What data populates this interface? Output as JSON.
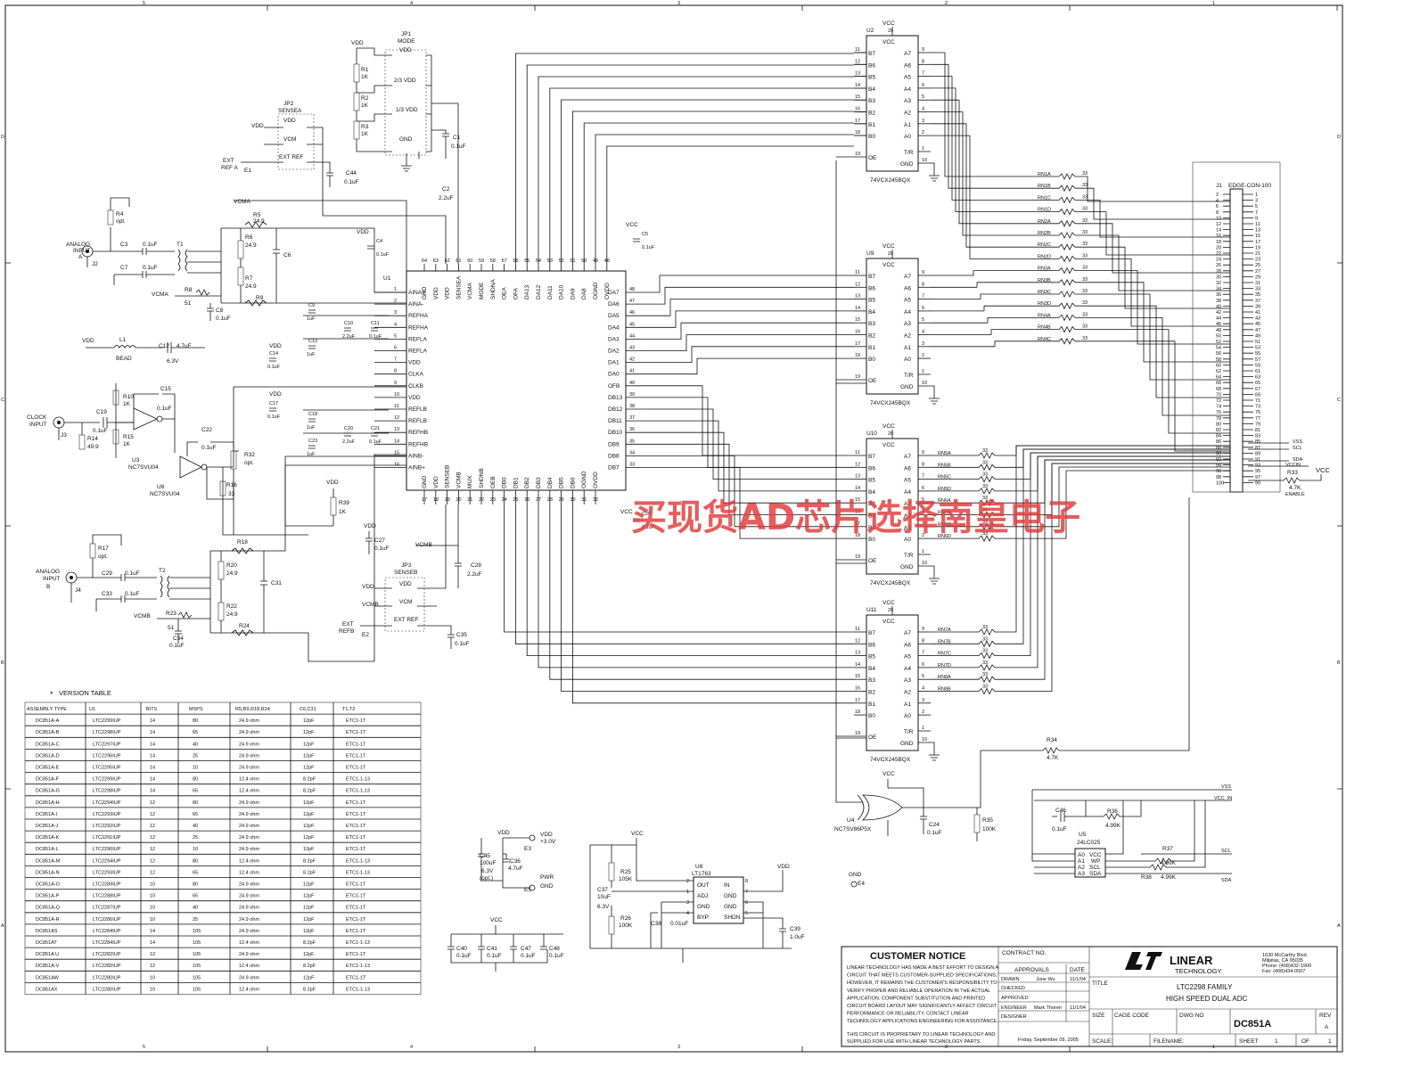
{
  "schematic": {
    "input_a": {
      "label": [
        "ANALOG",
        "INPUT",
        "A"
      ],
      "jack": "J2",
      "r4": [
        "R4",
        "opt."
      ],
      "c3": [
        "C3",
        "0.1uF"
      ],
      "c7": [
        "C7",
        "0.1uF"
      ],
      "t1": "T1",
      "r5": [
        "R5",
        "24.9"
      ],
      "r6": [
        "R6",
        "24.9"
      ],
      "r7": [
        "R7",
        "24.9"
      ],
      "r8": [
        "R8",
        "51"
      ],
      "r9": "R9",
      "c6": "C6",
      "c8": [
        "C8",
        "0.1uF"
      ],
      "vcma": "VCMA"
    },
    "input_b": {
      "label": [
        "ANALOG",
        "INPUT",
        "B"
      ],
      "jack": "J4",
      "r17": [
        "R17",
        "opt."
      ],
      "c29": [
        "C29",
        "0.1uF"
      ],
      "c33": [
        "C33",
        "0.1uF"
      ],
      "t2": "T2",
      "r18": "R18",
      "r20": [
        "R20",
        "24.9"
      ],
      "r22": [
        "R22",
        "24.9"
      ],
      "r23": [
        "R23",
        "51"
      ],
      "r24": "R24",
      "c31": "C31",
      "c34": [
        "C34",
        "0.1uF"
      ],
      "vcmb": "VCMB"
    },
    "clock": {
      "label": [
        "CLOCK",
        "INPUT"
      ],
      "jack": "J3",
      "l1": [
        "L1",
        "BEAD"
      ],
      "c12": [
        "C12",
        "4.7uF",
        "6.3V"
      ],
      "r10": [
        "R10",
        "1K"
      ],
      "r15": [
        "R15",
        "1K"
      ],
      "r14": [
        "R14",
        "49.9"
      ],
      "c19": [
        "C19",
        "0.1uF"
      ],
      "c15": [
        "C15",
        "0.1uF"
      ],
      "c22": [
        "C22",
        "0.1uF"
      ],
      "u3": [
        "U3",
        "NC7SVU04"
      ],
      "u6": [
        "U6",
        "NC7SVU04"
      ],
      "r32": [
        "R32",
        "opt."
      ],
      "r16": [
        "R16",
        "33"
      ],
      "r39": [
        "R39",
        "1K"
      ]
    },
    "jp1": {
      "name": [
        "JP1",
        "MODE"
      ],
      "rows": [
        "VDD",
        "2/3 VDD",
        "1/3 VDD",
        "GND"
      ],
      "r1": [
        "R1",
        "1K"
      ],
      "r2": [
        "R2",
        "1K"
      ],
      "r3": [
        "R3",
        "1K"
      ],
      "c1": [
        "C1",
        "0.1uF"
      ],
      "c2": [
        "C2",
        "2.2uF"
      ]
    },
    "jp2": {
      "name": [
        "JP2",
        "SENSEA"
      ],
      "rows": [
        "VDD",
        "VCM",
        "EXT REF"
      ],
      "ext": [
        "EXT",
        "REF A"
      ],
      "e1": "E1",
      "c44": [
        "C44",
        "0.1uF"
      ]
    },
    "jp3": {
      "name": [
        "JP3",
        "SENSEB"
      ],
      "rows": [
        "VDD",
        "VCM",
        "EXT REF"
      ],
      "ext": [
        "EXT",
        "REFB"
      ],
      "e2": "E2",
      "c35": [
        "C35",
        "0.1uF"
      ],
      "c27": [
        "C27",
        "0.1uF"
      ],
      "c28": [
        "C28",
        "2.2uF"
      ]
    },
    "u1": {
      "ref": "U1",
      "left_pins": [
        [
          "1",
          "AINA+"
        ],
        [
          "2",
          "AINA-"
        ],
        [
          "3",
          "REFHA"
        ],
        [
          "4",
          "REFHA"
        ],
        [
          "5",
          "REFLA"
        ],
        [
          "6",
          "REFLA"
        ],
        [
          "7",
          "VDD"
        ],
        [
          "8",
          "CLKA"
        ],
        [
          "9",
          "CLKB"
        ],
        [
          "10",
          "VDD"
        ],
        [
          "11",
          "REFLB"
        ],
        [
          "12",
          "REFLB"
        ],
        [
          "13",
          "REFHB"
        ],
        [
          "14",
          "REFHB"
        ],
        [
          "15",
          "AINB-"
        ],
        [
          "16",
          "AINB+"
        ]
      ],
      "top_pins": [
        [
          "64",
          "GND"
        ],
        [
          "63",
          "VDD"
        ],
        [
          "62",
          "VDD"
        ],
        [
          "61",
          "SENSEA"
        ],
        [
          "60",
          "VCMA"
        ],
        [
          "59",
          "MODE"
        ],
        [
          "58",
          "SHDNA"
        ],
        [
          "57",
          "OEA"
        ],
        [
          "56",
          "OFA"
        ],
        [
          "55",
          "DA13"
        ],
        [
          "54",
          "DA12"
        ],
        [
          "53",
          "DA11"
        ],
        [
          "52",
          "DA10"
        ],
        [
          "51",
          "DA9"
        ],
        [
          "50",
          "DA8"
        ],
        [
          "49",
          "OGND"
        ],
        [
          "48",
          "OVDD"
        ]
      ],
      "right_pins": [
        [
          "48",
          "DA7"
        ],
        [
          "47",
          "DA6"
        ],
        [
          "46",
          "DA5"
        ],
        [
          "45",
          "DA4"
        ],
        [
          "44",
          "DA3"
        ],
        [
          "43",
          "DA2"
        ],
        [
          "42",
          "DA1"
        ],
        [
          "41",
          "DA0"
        ],
        [
          "40",
          "OFB"
        ],
        [
          "39",
          "DB13"
        ],
        [
          "38",
          "DB12"
        ],
        [
          "37",
          "DB11"
        ],
        [
          "36",
          "DB10"
        ],
        [
          "35",
          "DB9"
        ],
        [
          "34",
          "DB8"
        ],
        [
          "33",
          "DB7"
        ]
      ],
      "bottom_pins": [
        [
          "17",
          "GND"
        ],
        [
          "18",
          "VDD"
        ],
        [
          "19",
          "SENSEB"
        ],
        [
          "20",
          "VCMB"
        ],
        [
          "21",
          "MUX"
        ],
        [
          "22",
          "SHDNB"
        ],
        [
          "23",
          "OEB"
        ],
        [
          "24",
          "DB0"
        ],
        [
          "25",
          "DB1"
        ],
        [
          "26",
          "DB2"
        ],
        [
          "27",
          "DB3"
        ],
        [
          "28",
          "DB4"
        ],
        [
          "29",
          "DB5"
        ],
        [
          "30",
          "DB6"
        ],
        [
          "31",
          "OGND"
        ],
        [
          "32",
          "OVDD"
        ]
      ],
      "caps": [
        [
          "C9",
          "1uF"
        ],
        [
          "C10",
          "2.2uF"
        ],
        [
          "C11",
          "0.1uF"
        ],
        [
          "C13",
          "1uF"
        ],
        [
          "C14",
          "0.1uF"
        ],
        [
          "C17",
          "0.1uF"
        ],
        [
          "C18",
          "1uF"
        ],
        [
          "C20",
          "2.2uF"
        ],
        [
          "C21",
          "0.1uF"
        ],
        [
          "C23",
          "1uF"
        ],
        [
          "C4",
          "0.1uF"
        ],
        [
          "C5",
          "0.1uF"
        ],
        [
          "C25",
          "0.1uF"
        ]
      ]
    },
    "buffers": [
      {
        "ref": "U2",
        "part": "74VCX245BQX",
        "resnets": []
      },
      {
        "ref": "U9",
        "part": "74VCX245BQX",
        "resnets": []
      },
      {
        "ref": "U10",
        "part": "74VCX245BQX",
        "resnets": [
          "RN5A",
          "RN5B",
          "RN5C",
          "RN5D",
          "RN6A",
          "RN6B",
          "RN6C",
          "RN6D"
        ]
      },
      {
        "ref": "U11",
        "part": "74VCX245BQX",
        "resnets": [
          "RN7A",
          "RN7B",
          "RN7C",
          "RN7D",
          "RN8A",
          "RN8B"
        ]
      }
    ],
    "buffer_pins": {
      "vcc": "VCC",
      "b_left": [
        [
          "11",
          "B7"
        ],
        [
          "12",
          "B6"
        ],
        [
          "13",
          "B5"
        ],
        [
          "14",
          "B4"
        ],
        [
          "15",
          "B3"
        ],
        [
          "16",
          "B2"
        ],
        [
          "17",
          "B1"
        ],
        [
          "18",
          "B0"
        ]
      ],
      "oe": [
        "19",
        "OE"
      ],
      "a_right": [
        [
          "9",
          "A7"
        ],
        [
          "8",
          "A6"
        ],
        [
          "7",
          "A5"
        ],
        [
          "6",
          "A4"
        ],
        [
          "5",
          "A3"
        ],
        [
          "4",
          "A2"
        ],
        [
          "3",
          "A1"
        ],
        [
          "2",
          "A0"
        ]
      ],
      "tr": [
        "1",
        "T/R"
      ],
      "gnd": [
        "10",
        "GND"
      ],
      "vcc_pin": "20"
    },
    "resnets_top": [
      "RN1A",
      "RN1B",
      "RN1C",
      "RN1D",
      "RN2A",
      "RN2B",
      "RN2C",
      "RN2D",
      "RN3A",
      "RN3B",
      "RN3C",
      "RN3D",
      "RN4A",
      "RN4B",
      "RN4C"
    ],
    "resnet_value": "33",
    "connector": {
      "ref": "J1",
      "part": "EDGE-CON-100",
      "right_labels": [
        "VSS",
        "SCL",
        "SDA",
        "VCCIN",
        "ENABLE"
      ],
      "r33": [
        "R33",
        "4.7K"
      ],
      "vcc": "VCC"
    },
    "u4": {
      "ref": [
        "U4",
        "NC7SV86P5X"
      ],
      "r34": [
        "R34",
        "4.7K"
      ],
      "r35": [
        "R35",
        "100K"
      ],
      "c24": [
        "C24",
        "0.1uF"
      ]
    },
    "u5": {
      "ref": [
        "U5",
        "24LC025"
      ],
      "pins": [
        "A0",
        "A1",
        "A2",
        "A3",
        "VCC",
        "WP",
        "SCL",
        "SDA"
      ],
      "r36": [
        "R36",
        "4.99K"
      ],
      "r37": [
        "R37",
        "4.99K"
      ],
      "r38": [
        "R38",
        "4.99K"
      ],
      "c46": [
        "C46",
        "0.1uF"
      ],
      "nets": [
        "VSS",
        "VCC_IN",
        "SCL",
        "SDA"
      ]
    },
    "power": {
      "vdd_label": "VDD",
      "v30": "+3.0V",
      "e3": "E3",
      "pwr": [
        "PWR",
        "GND"
      ],
      "e5": "E5",
      "c45": [
        "C45",
        "100uF",
        "6.3V",
        "(opt.)"
      ],
      "c36": [
        "C36",
        "4.7uF"
      ],
      "gnd_e4": [
        "GND",
        "E4"
      ],
      "vcc": "VCC",
      "caps": [
        [
          "C40",
          "0.1uF"
        ],
        [
          "C41",
          "0.1uF"
        ],
        [
          "C47",
          "0.1uF"
        ],
        [
          "C48",
          "0.1uF"
        ]
      ]
    },
    "regulator": {
      "ref": [
        "U8",
        "LT1763"
      ],
      "pins_l": [
        [
          "2",
          "OUT"
        ],
        [
          "1",
          "ADJ"
        ],
        [
          "3",
          "GND"
        ],
        [
          "4",
          "BYP"
        ]
      ],
      "pins_r": [
        [
          "8",
          "IN"
        ],
        [
          "7",
          "GND"
        ],
        [
          "6",
          "GND"
        ],
        [
          "5",
          "SHDN"
        ]
      ],
      "r25": [
        "R25",
        "105K"
      ],
      "r26": [
        "R26",
        "100K"
      ],
      "c37": [
        "C37",
        "10uF",
        "6.3V"
      ],
      "c38": [
        "C38",
        "0.01uF"
      ],
      "c39": [
        "C39",
        "1.0uF"
      ]
    }
  },
  "version_table": {
    "title": "VERSION TABLE",
    "headers": [
      "ASSEMBLY TYPE",
      "U1",
      "BITS",
      "MSPS",
      "R5,R9,R18,R24",
      "C6,C31",
      "T1,T2"
    ],
    "rows": [
      [
        "DC851A-A",
        "LTC2299IUP",
        "14",
        "80",
        "24.9 ohm",
        "12pF",
        "ETC1-1T"
      ],
      [
        "DC851A-B",
        "LTC2298IUP",
        "14",
        "65",
        "24.9 ohm",
        "12pF",
        "ETC1-1T"
      ],
      [
        "DC851A-C",
        "LTC2297IUP",
        "14",
        "40",
        "24.9 ohm",
        "12pF",
        "ETC1-1T"
      ],
      [
        "DC851A-D",
        "LTC2296IUP",
        "14",
        "25",
        "24.9 ohm",
        "12pF",
        "ETC1-1T"
      ],
      [
        "DC851A-E",
        "LTC2295IUP",
        "14",
        "10",
        "24.9 ohm",
        "12pF",
        "ETC1-1T"
      ],
      [
        "DC851A-F",
        "LTC2299IUP",
        "14",
        "80",
        "12.4 ohm",
        "8.2pF",
        "ETC1-1-13"
      ],
      [
        "DC851A-G",
        "LTC2298IUP",
        "14",
        "65",
        "12.4 ohm",
        "8.2pF",
        "ETC1-1-13"
      ],
      [
        "DC851A-H",
        "LTC2294IUP",
        "12",
        "80",
        "24.9 ohm",
        "12pF",
        "ETC1-1T"
      ],
      [
        "DC851A-I",
        "LTC2293IUP",
        "12",
        "65",
        "24.9 ohm",
        "12pF",
        "ETC1-1T"
      ],
      [
        "DC851A-J",
        "LTC2292IUP",
        "12",
        "40",
        "24.9 ohm",
        "12pF",
        "ETC1-1T"
      ],
      [
        "DC851A-K",
        "LTC2291IUP",
        "12",
        "25",
        "24.9 ohm",
        "12pF",
        "ETC1-1T"
      ],
      [
        "DC851A-L",
        "LTC2290IUP",
        "12",
        "10",
        "24.9 ohm",
        "12pF",
        "ETC1-1T"
      ],
      [
        "DC851A-M",
        "LTC2294IUP",
        "12",
        "80",
        "12.4 ohm",
        "8.2pF",
        "ETC1-1-13"
      ],
      [
        "DC851A-N",
        "LTC2293IUP",
        "12",
        "65",
        "12.4 ohm",
        "8.2pF",
        "ETC1-1-13"
      ],
      [
        "DC851A-O",
        "LTC2289IUP",
        "10",
        "80",
        "24.9 ohm",
        "12pF",
        "ETC1-1T"
      ],
      [
        "DC851A-P",
        "LTC2288IUP",
        "10",
        "65",
        "24.9 ohm",
        "12pF",
        "ETC1-1T"
      ],
      [
        "DC851A-Q",
        "LTC2287IUP",
        "10",
        "40",
        "24.9 ohm",
        "12pF",
        "ETC1-1T"
      ],
      [
        "DC851A-R",
        "LTC2286IUP",
        "10",
        "25",
        "24.9 ohm",
        "12pF",
        "ETC1-1T"
      ],
      [
        "DC851AS",
        "LTC2284IUP",
        "14",
        "105",
        "24.9 ohm",
        "12pF",
        "ETC1-1T"
      ],
      [
        "DC851AT",
        "LTC2284IUP",
        "14",
        "105",
        "12.4 ohm",
        "8.2pF",
        "ETC1-1-13"
      ],
      [
        "DC851A U",
        "LTC2282IUP",
        "12",
        "105",
        "24.9 ohm",
        "12pF",
        "ETC1-1T"
      ],
      [
        "DC851A-V",
        "LTC2282IUP",
        "12",
        "105",
        "12.4 ohm",
        "8.2pF",
        "ETC1-1-13"
      ],
      [
        "DC851AW",
        "LTC2280IUP",
        "10",
        "105",
        "24.9 ohm",
        "12pF",
        "ETC1-1T"
      ],
      [
        "DC851AX",
        "LTC2280IUP",
        "10",
        "105",
        "12.4 ohm",
        "8.2pF",
        "ETC1-1-13"
      ]
    ]
  },
  "title_block": {
    "notice_title": "CUSTOMER NOTICE",
    "notice_lines": [
      "LINEAR TECHNOLOGY HAS MADE A BEST EFFORT TO DESIGN A",
      "CIRCUIT THAT MEETS CUSTOMER-SUPPLIED SPECIFICATIONS;",
      "HOWEVER, IT REMAINS THE CUSTOMER'S RESPONSIBILITY TO",
      "VERIFY PROPER AND RELIABLE OPERATION IN THE ACTUAL",
      "APPLICATION. COMPONENT SUBSTITUTION AND PRINTED",
      "CIRCUIT BOARD LAYOUT MAY SIGNIFICANTLY AFFECT CIRCUIT",
      "PERFORMANCE OR RELIABILITY. CONTACT LINEAR",
      "TECHNOLOGY APPLICATIONS ENGINEERING FOR ASSISTANCE."
    ],
    "proprietary_lines": [
      "THIS CIRCUIT IS PROPRIETARY TO LINEAR TECHNOLOGY AND",
      "SUPPLIED FOR USE WITH LINEAR TECHNOLOGY PARTS."
    ],
    "contract_no": "CONTRACT NO.",
    "approvals": "APPROVALS",
    "date_hdr": "DATE",
    "drawn": [
      "DRAWN",
      "June Wu",
      "11/1/04"
    ],
    "checked": "CHECKED",
    "approved": "APPROVED",
    "engineer": [
      "ENGINEER",
      "Mark Thoren",
      "11/1/04"
    ],
    "designer": "DESIGNER",
    "company": [
      "LINEAR",
      "TECHNOLOGY"
    ],
    "address": [
      "1630 McCarthy Blvd.",
      "Milpitas, CA 95035",
      "Phone: (408)432-1900",
      "Fax: (408)434-0507"
    ],
    "title_label": "TITLE",
    "title_lines": [
      "LTC2298 FAMILY",
      "HIGH SPEED DUAL ADC"
    ],
    "size": "SIZE",
    "cage_code": "CAGE CODE",
    "dwg_no_label": "DWG NO",
    "dwg_no": "DC851A",
    "rev_label": "REV",
    "rev": "A",
    "date_printed": "Friday, September 09, 2005",
    "scale": "SCALE:",
    "filename": "FILENAME:",
    "sheet": [
      "SHEET",
      "1",
      "OF",
      "1"
    ]
  },
  "border": {
    "cols": [
      "5",
      "4",
      "3",
      "2",
      "1"
    ],
    "rows": [
      "D",
      "C",
      "B",
      "A"
    ]
  },
  "watermark": "买现货AD芯片选择南皇电子"
}
